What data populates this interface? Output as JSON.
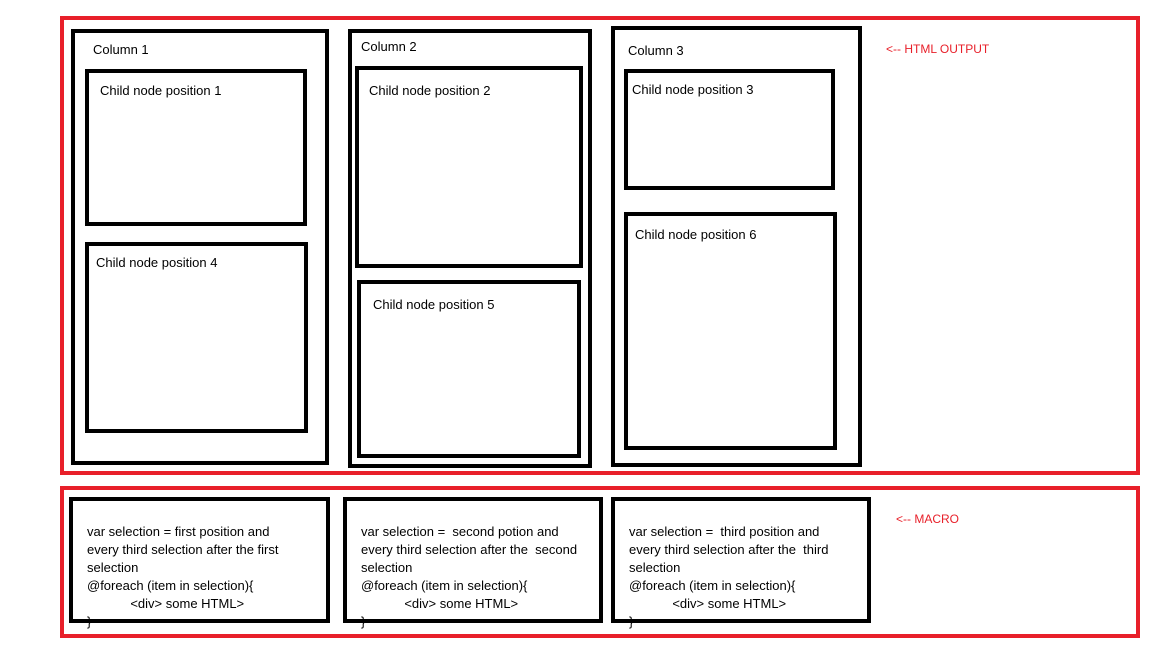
{
  "output": {
    "annotation": "<-- HTML OUTPUT",
    "columns": [
      {
        "title": "Column 1",
        "children": [
          "Child node position 1",
          "Child node position 4"
        ]
      },
      {
        "title": "Column 2",
        "children": [
          "Child node position 2",
          "Child node position 5"
        ]
      },
      {
        "title": "Column 3",
        "children": [
          "Child node position 3",
          "Child node position 6"
        ]
      }
    ]
  },
  "macro": {
    "annotation": "<-- MACRO",
    "blocks": [
      {
        "lines": [
          "var selection = first position and",
          "every third selection after the first",
          "selection",
          "@foreach (item in selection){",
          "            <div> some HTML>",
          "}"
        ]
      },
      {
        "lines": [
          "var selection =  second potion and",
          "every third selection after the  second",
          "selection",
          "@foreach (item in selection){",
          "            <div> some HTML>",
          "}"
        ]
      },
      {
        "lines": [
          "var selection =  third position and",
          "every third selection after the  third",
          "selection",
          "@foreach (item in selection){",
          "            <div> some HTML>",
          "}"
        ]
      }
    ]
  },
  "colors": {
    "frame": "#e8202a",
    "box": "#000000"
  }
}
